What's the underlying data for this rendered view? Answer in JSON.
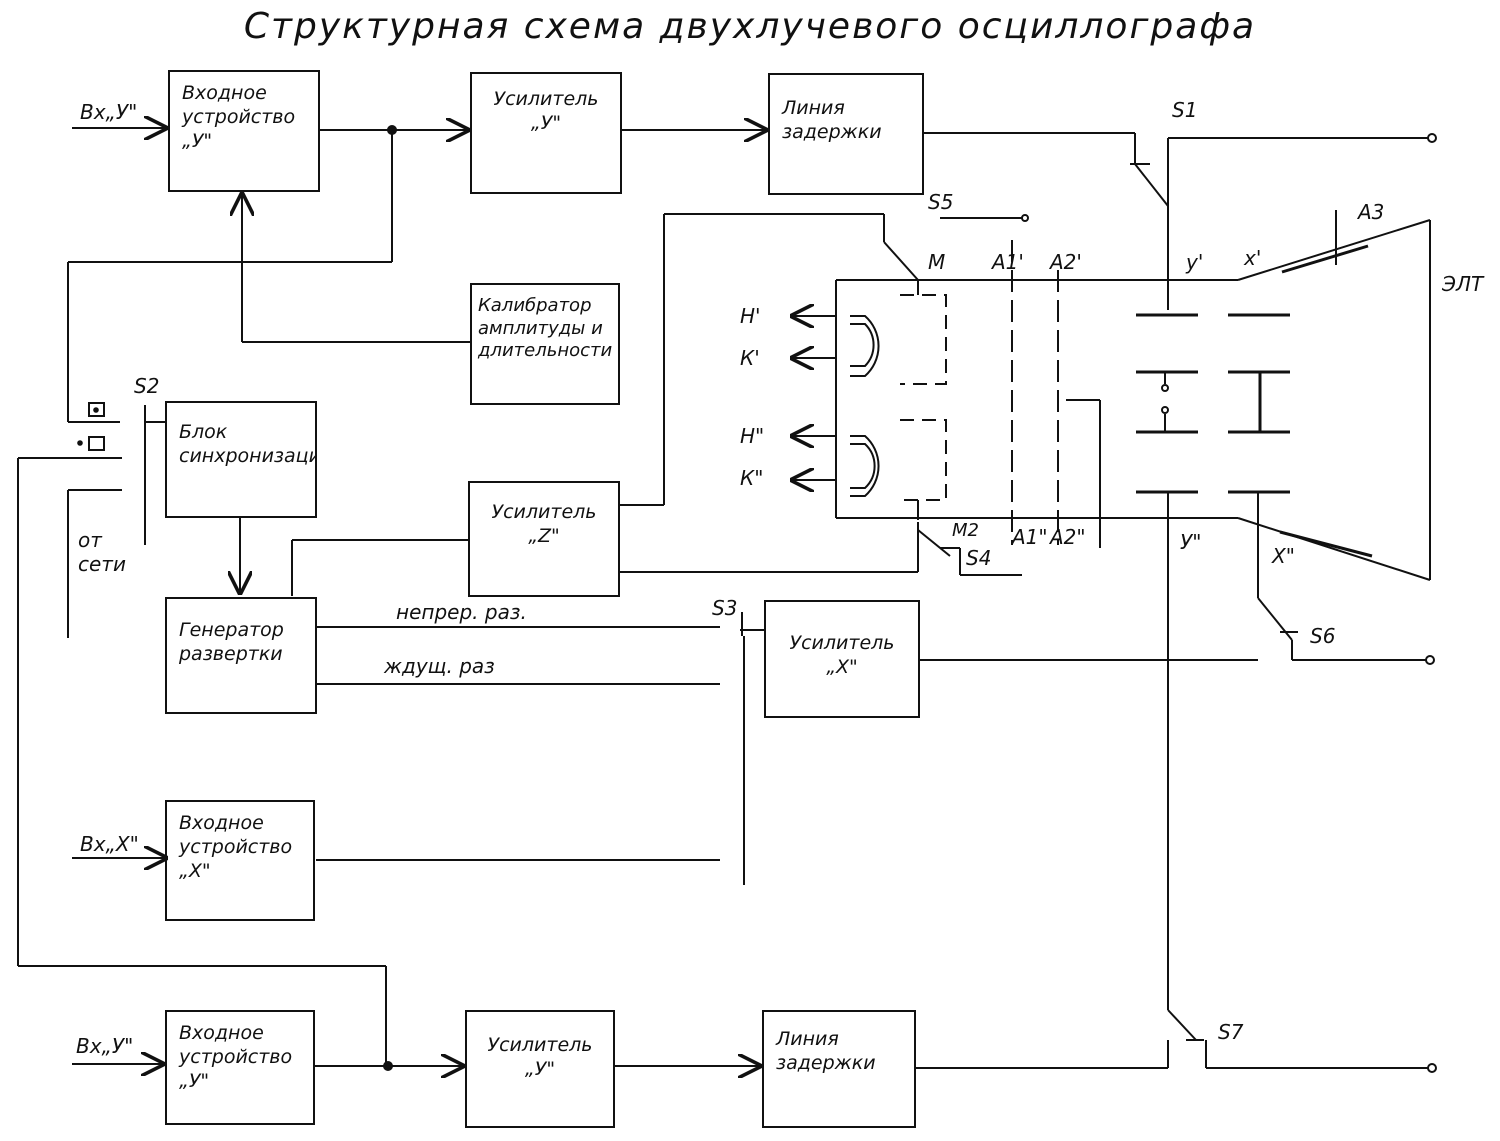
{
  "title": "Структурная    схема  двухлучевого  осциллографа",
  "blocks": {
    "input_y_top": "Входное\nустройство\n„У\"",
    "amp_y_top": "Усилитель\n„У\"",
    "delay_top": "Линия\nзадержки",
    "calibrator": "Калибратор\nамплитуды и\nдлительности",
    "sync": "Блок\nсинхронизации",
    "amp_z": "Усилитель\n„Z\"",
    "sweep_gen": "Генератор\nразвертки",
    "amp_x": "Усилитель\n„X\"",
    "input_x": "Входное\nустройство\n„X\"",
    "input_y_bottom": "Входное\nустройство\n„У\"",
    "amp_y_bottom": "Усилитель\n„У\"",
    "delay_bottom": "Линия\nзадержки"
  },
  "inputs": {
    "in_y_top": "Вх„У\"",
    "in_x": "Вх„X\"",
    "in_y_bottom": "Вх„У\""
  },
  "labels": {
    "mains": "от\nсети",
    "continuous_sweep": "непрер. раз.",
    "waiting_sweep": "ждущ. раз",
    "crt": "ЭЛТ",
    "h1": "Н'",
    "k1": "К'",
    "h2": "Н\"",
    "k2": "К\"",
    "m": "М",
    "m2": "М2",
    "a1p": "А1'",
    "a2p": "А2'",
    "a1pp": "А1\"",
    "a2pp": "А2\"",
    "yp": "у'",
    "xp": "х'",
    "ypp": "У\"",
    "xpp": "Х\"",
    "a3": "А3"
  },
  "switches": {
    "s1": "S1",
    "s2": "S2",
    "s3": "S3",
    "s4": "S4",
    "s5": "S5",
    "s6": "S6",
    "s7": "S7"
  }
}
